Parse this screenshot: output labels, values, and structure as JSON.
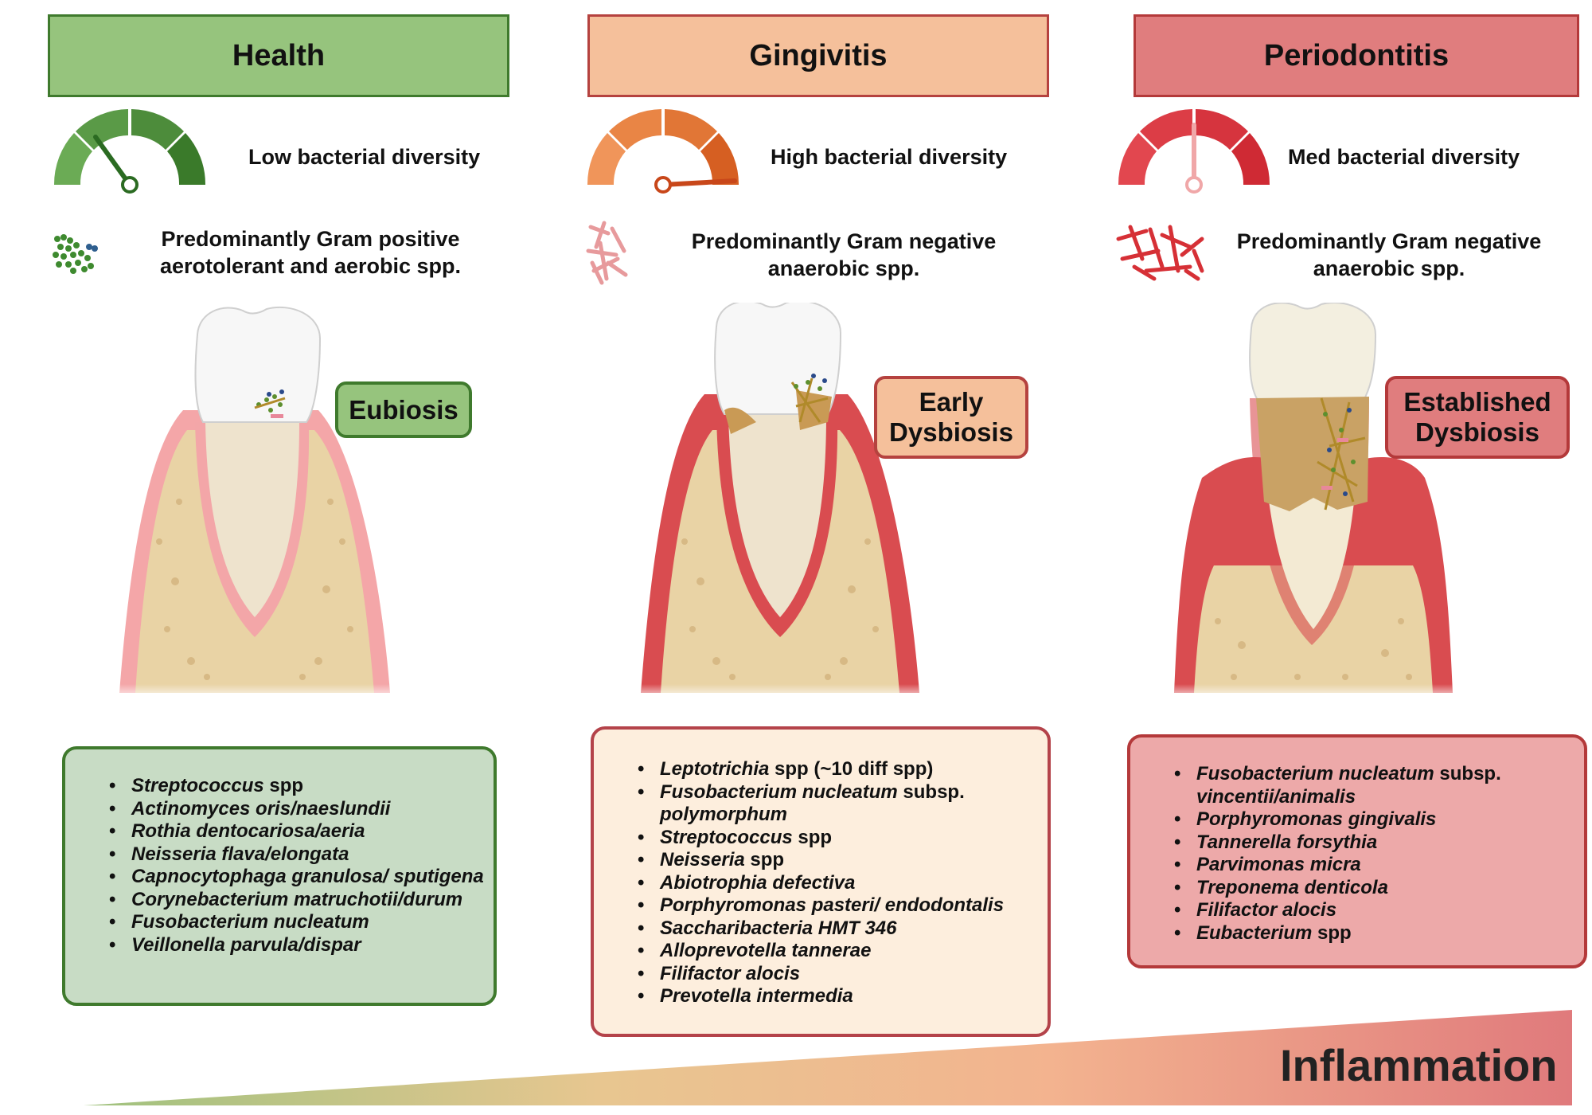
{
  "stages": [
    {
      "title": "Health",
      "diversity": "Low bacterial diversity",
      "gram_line1": "Predominantly Gram positive",
      "gram_line2": "aerotolerant and aerobic spp.",
      "state": "Eubiosis",
      "gauge_level": 0.3,
      "species": [
        {
          "italic": "Streptococcus",
          "plain": " spp"
        },
        {
          "italic": "Actinomyces oris/naeslundii",
          "plain": ""
        },
        {
          "italic": "Rothia dentocariosa/aeria",
          "plain": ""
        },
        {
          "italic": "Neisseria flava/elongata",
          "plain": ""
        },
        {
          "italic": "Capnocytophaga granulosa/ sputigena",
          "plain": ""
        },
        {
          "italic": "Corynebacterium matruchotii/durum",
          "plain": ""
        },
        {
          "italic": "Fusobacterium nucleatum",
          "plain": ""
        },
        {
          "italic": "Veillonella parvula/dispar",
          "plain": ""
        }
      ]
    },
    {
      "title": "Gingivitis",
      "diversity": "High bacterial diversity",
      "gram_line1": "Predominantly Gram negative",
      "gram_line2": "anaerobic spp.",
      "state_line1": "Early",
      "state_line2": "Dysbiosis",
      "gauge_level": 0.98,
      "species": [
        {
          "italic": "Leptotrichia",
          "plain": " spp (~10 diff spp)"
        },
        {
          "italic": "Fusobacterium nucleatum",
          "plain": " subsp.",
          "italic2": "polymorphum"
        },
        {
          "italic": "Streptococcus",
          "plain": " spp"
        },
        {
          "italic": "Neisseria",
          "plain": " spp"
        },
        {
          "italic": "Abiotrophia defectiva",
          "plain": ""
        },
        {
          "italic": "Porphyromonas pasteri/ endodontalis",
          "plain": ""
        },
        {
          "italic": "Saccharibacteria HMT 346",
          "plain": ""
        },
        {
          "italic": "Alloprevotella tannerae",
          "plain": ""
        },
        {
          "italic": "Filifactor alocis",
          "plain": ""
        },
        {
          "italic": "Prevotella intermedia",
          "plain": ""
        }
      ]
    },
    {
      "title": "Periodontitis",
      "diversity": "Med bacterial diversity",
      "gram_line1": "Predominantly Gram negative",
      "gram_line2": "anaerobic spp.",
      "state_line1": "Established",
      "state_line2": "Dysbiosis",
      "gauge_level": 0.5,
      "species": [
        {
          "italic": "Fusobacterium nucleatum",
          "plain": " subsp.",
          "italic2": "vincentii/animalis"
        },
        {
          "italic": "Porphyromonas gingivalis",
          "plain": ""
        },
        {
          "italic": "Tannerella forsythia",
          "plain": ""
        },
        {
          "italic": "Parvimonas micra",
          "plain": ""
        },
        {
          "italic": "Treponema denticola",
          "plain": ""
        },
        {
          "italic": "Filifactor alocis",
          "plain": ""
        },
        {
          "italic": "Eubacterium",
          "plain": " spp"
        }
      ]
    }
  ],
  "inflammation_label": "Inflammation",
  "colors": {
    "health": "#96c47d",
    "health_dark": "#3f7a2d",
    "gingivitis": "#f5c09b",
    "gingivitis_dark": "#b5423f",
    "periodontitis": "#e07d7e",
    "periodontitis_dark": "#b4393a",
    "gum_light": "#f3a9aa",
    "gum_red": "#d94f52",
    "bone": "#e8d3a5"
  },
  "icons": [
    "gauge-icon",
    "bacteria-cluster-icon",
    "tooth-illustration",
    "inflammation-gradient-wedge"
  ]
}
